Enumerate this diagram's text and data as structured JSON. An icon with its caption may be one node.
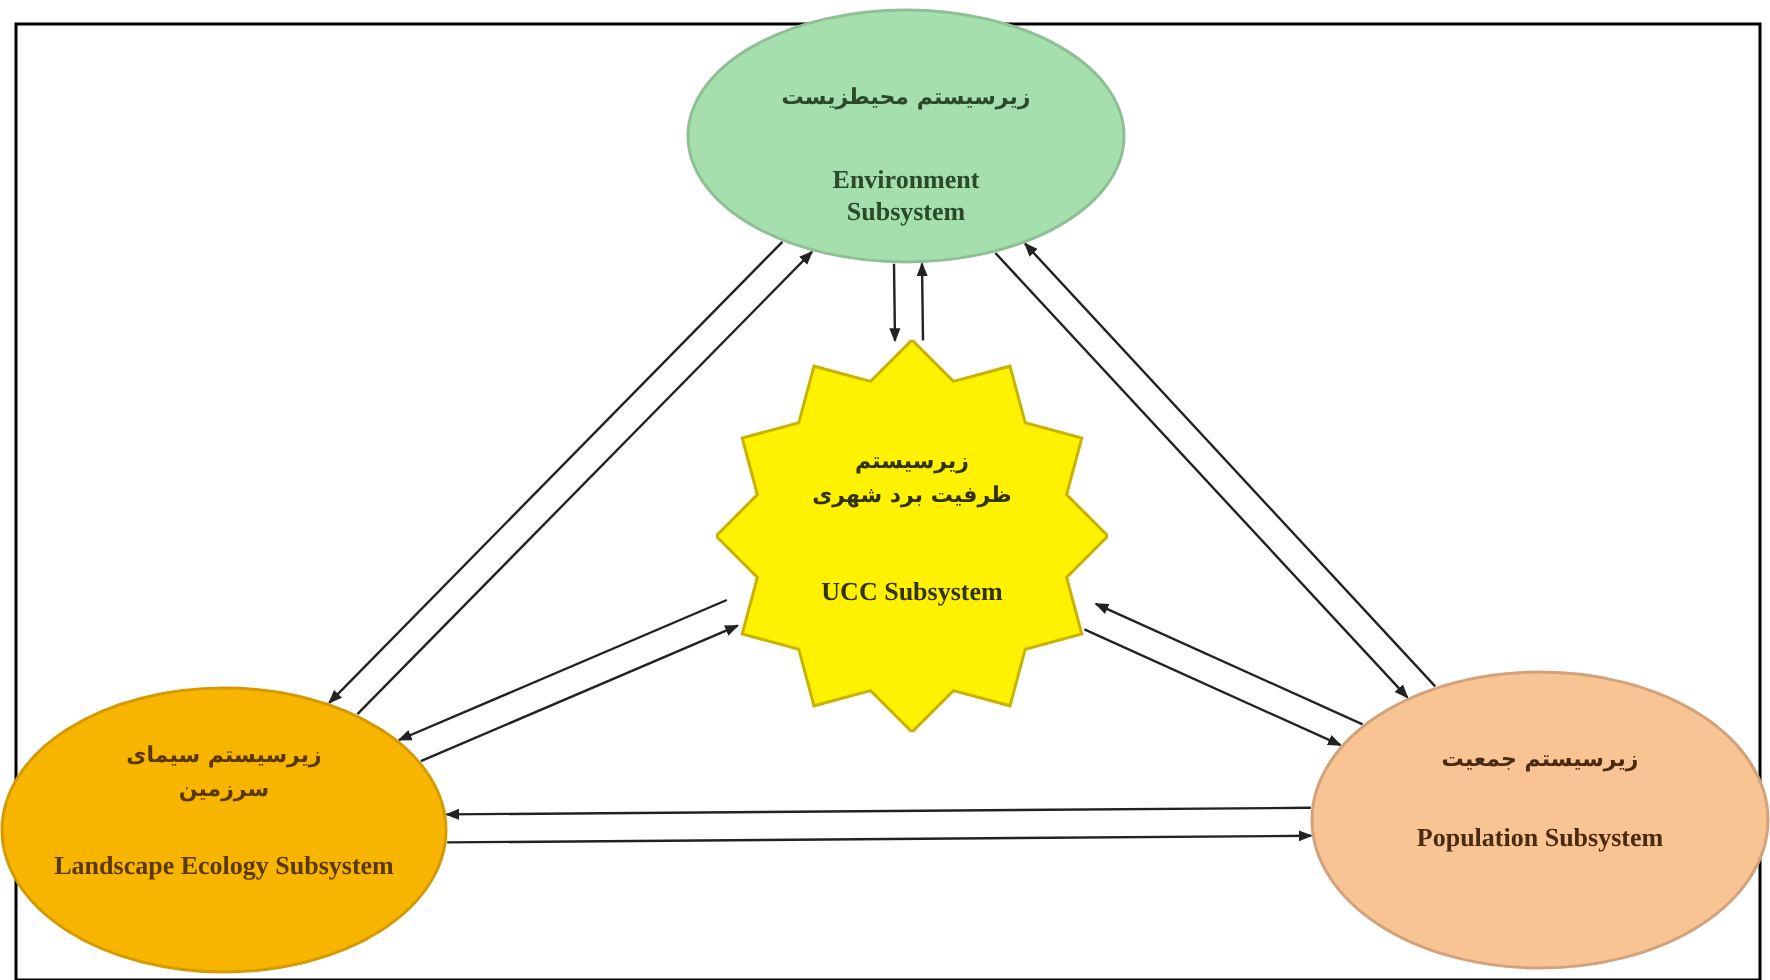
{
  "diagram": {
    "nodes": [
      {
        "text": [
          "زیرسیستم محیطزیست",
          "Environment Subsystem"
        ]
      },
      {
        "text": [
          "زیرسیستم ظرفیت برد شهری",
          "UCC Subsystem"
        ]
      },
      {
        "text": [
          "زیرسیستم سیمای سرزمین",
          "Landscape Ecology Subsystem"
        ]
      },
      {
        "text": [
          "زیرسیستم جمعیت",
          "Population Subsystem"
        ]
      }
    ],
    "edges": [
      {
        "from": 1,
        "to": 0,
        "arrow": "to"
      },
      {
        "from": 0,
        "to": 1,
        "arrow": "to"
      },
      {
        "from": 2,
        "to": 0,
        "arrow": "to"
      },
      {
        "from": 0,
        "to": 2,
        "arrow": "to"
      },
      {
        "from": 0,
        "to": 3,
        "arrow": "to"
      },
      {
        "from": 3,
        "to": 0,
        "arrow": "to"
      },
      {
        "from": 1,
        "to": 2,
        "arrow": "to"
      },
      {
        "from": 2,
        "to": 1,
        "arrow": "to"
      },
      {
        "from": 1,
        "to": 3,
        "arrow": "to"
      },
      {
        "from": 3,
        "to": 1,
        "arrow": "to"
      },
      {
        "from": 2,
        "to": 3,
        "arrow": "to"
      },
      {
        "from": 3,
        "to": 2,
        "arrow": "to"
      }
    ]
  }
}
